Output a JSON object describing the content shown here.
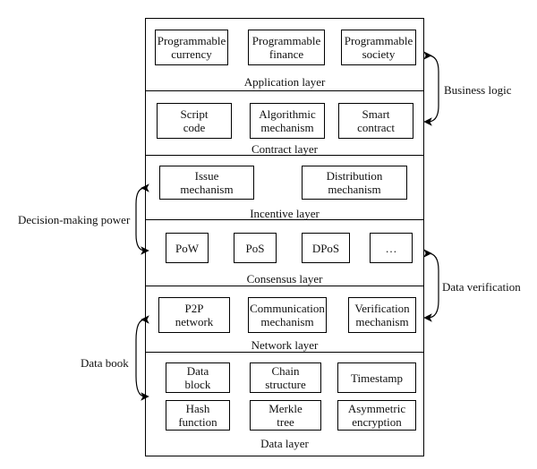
{
  "layers": [
    {
      "title": "Application layer",
      "boxes": [
        "Programmable\ncurrency",
        "Programmable\nfinance",
        "Programmable\nsociety"
      ]
    },
    {
      "title": "Contract layer",
      "boxes": [
        "Script\ncode",
        "Algorithmic\nmechanism",
        "Smart\ncontract"
      ]
    },
    {
      "title": "Incentive layer",
      "boxes": [
        "Issue\nmechanism",
        "Distribution\nmechanism"
      ]
    },
    {
      "title": "Consensus layer",
      "boxes": [
        "PoW",
        "PoS",
        "DPoS",
        "…"
      ]
    },
    {
      "title": "Network layer",
      "boxes": [
        "P2P\nnetwork",
        "Communication\nmechanism",
        "Verification\nmechanism"
      ]
    },
    {
      "title": "Data layer",
      "boxes": [
        "Data\nblock",
        "Chain\nstructure",
        "Timestamp",
        "Hash\nfunction",
        "Merkle\ntree",
        "Asymmetric\nencryption"
      ]
    }
  ],
  "side_labels": {
    "business_logic": "Business logic",
    "decision_making_power": "Decision-making power",
    "data_verification": "Data verification",
    "data_book": "Data book"
  }
}
